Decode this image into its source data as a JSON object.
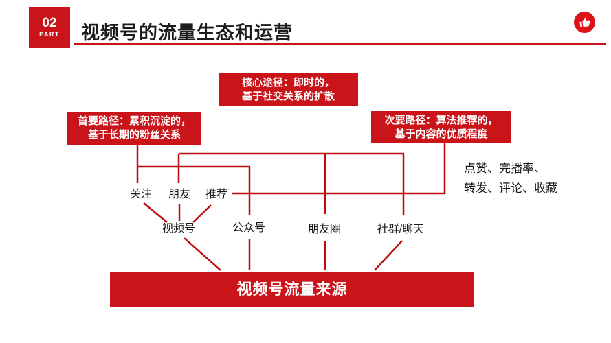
{
  "header": {
    "part_number": "02",
    "part_label": "PART",
    "title": "视频号的流量生态和运营"
  },
  "like_badge": {
    "icon": "thumbs-up"
  },
  "diagram": {
    "boxes": {
      "core": {
        "line1": "核心途径：即时的，",
        "line2": "基于社交关系的扩散"
      },
      "primary": {
        "line1": "首要路径：累积沉淀的，",
        "line2": "基于长期的粉丝关系"
      },
      "secondary": {
        "line1": "次要路径：算法推荐的，",
        "line2": "基于内容的优质程度"
      }
    },
    "metrics": {
      "line1": "点赞、完播率、",
      "line2": "转发、评论、收藏"
    },
    "feeds": {
      "follow": "关注",
      "friends": "朋友",
      "recommend": "推荐"
    },
    "channels": {
      "video_account": "视频号",
      "official_account": "公众号",
      "moments": "朋友圈",
      "groups_chat": "社群/聊天"
    },
    "source_box": "视频号流量来源"
  },
  "colors": {
    "box_red": "#c9141a",
    "line_red": "#c00b0e",
    "badge_red": "#e01219",
    "title_text": "#1c1c1c"
  }
}
